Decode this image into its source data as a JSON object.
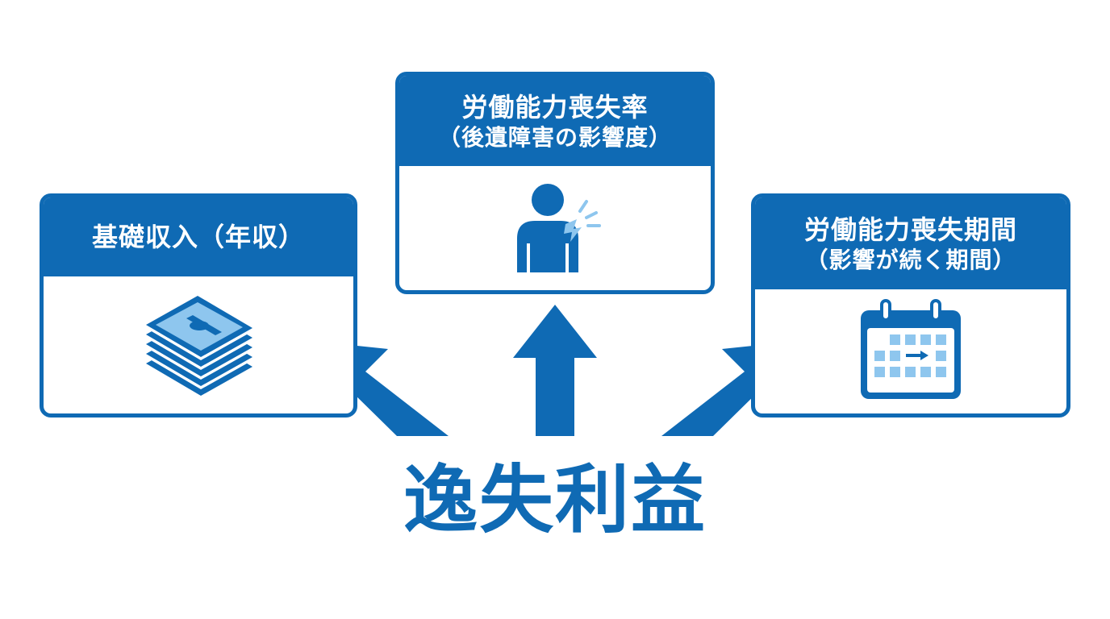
{
  "colors": {
    "primary": "#0f6ab4",
    "light": "#8ec6ee",
    "background": "#ffffff"
  },
  "cards": {
    "left": {
      "title": "基礎収入（年収）",
      "icon": "money-stack-icon"
    },
    "center": {
      "title": "労働能力喪失率",
      "subtitle": "（後遺障害の影響度）",
      "icon": "injured-person-icon"
    },
    "right": {
      "title": "労働能力喪失期間",
      "subtitle": "（影響が続く期間）",
      "icon": "calendar-icon"
    }
  },
  "main": {
    "label": "逸失利益"
  }
}
